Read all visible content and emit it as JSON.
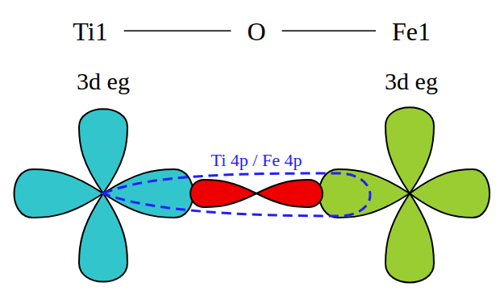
{
  "diagram": {
    "nodes": [
      {
        "text": [
          "Ti1"
        ]
      },
      {
        "text": [
          "O"
        ]
      },
      {
        "text": [
          "Fe1"
        ]
      }
    ],
    "edges": [
      {
        "from": 0,
        "to": 1,
        "arrow": "none"
      },
      {
        "from": 1,
        "to": 2,
        "arrow": "none"
      }
    ],
    "labels": [
      "3d eg",
      "3d eg",
      "Ti 4p / Fe 4p"
    ]
  }
}
